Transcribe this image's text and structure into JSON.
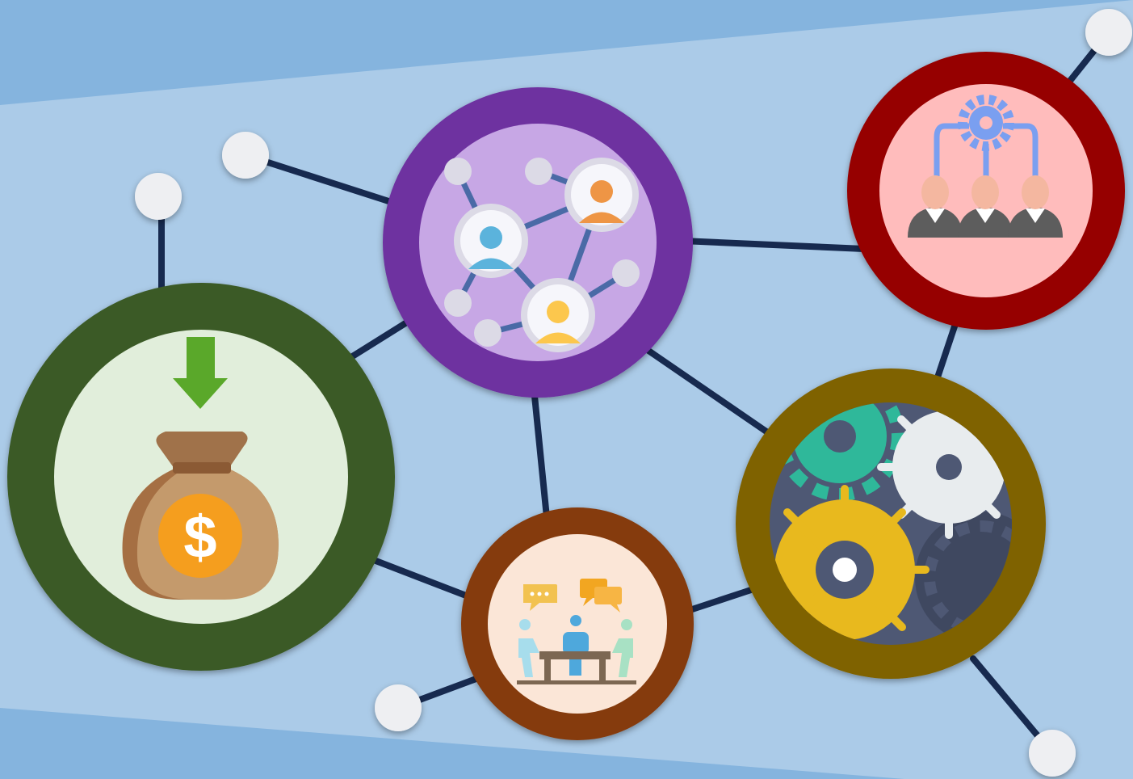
{
  "scene": {
    "background_color": "#85b4de",
    "band_color": "#abcbe8",
    "edge_color": "#172a4f",
    "endpoint_color": "#eeeff2"
  },
  "hubs": [
    {
      "name": "money-bag-hub",
      "icon": "money-bag-icon",
      "ring_color": "#3b5a25",
      "inner_color": "#e1eedb"
    },
    {
      "name": "social-network-hub",
      "icon": "social-network-icon",
      "ring_color": "#6e30a0",
      "inner_color": "#c7a7e5"
    },
    {
      "name": "team-management-hub",
      "icon": "team-hierarchy-icon",
      "ring_color": "#960000",
      "inner_color": "#ffbcbc"
    },
    {
      "name": "gears-hub",
      "icon": "gears-icon",
      "ring_color": "#7f6200",
      "inner_color": "#4e5874"
    },
    {
      "name": "meeting-hub",
      "icon": "meeting-table-icon",
      "ring_color": "#853b0d",
      "inner_color": "#fbe6d7"
    }
  ]
}
